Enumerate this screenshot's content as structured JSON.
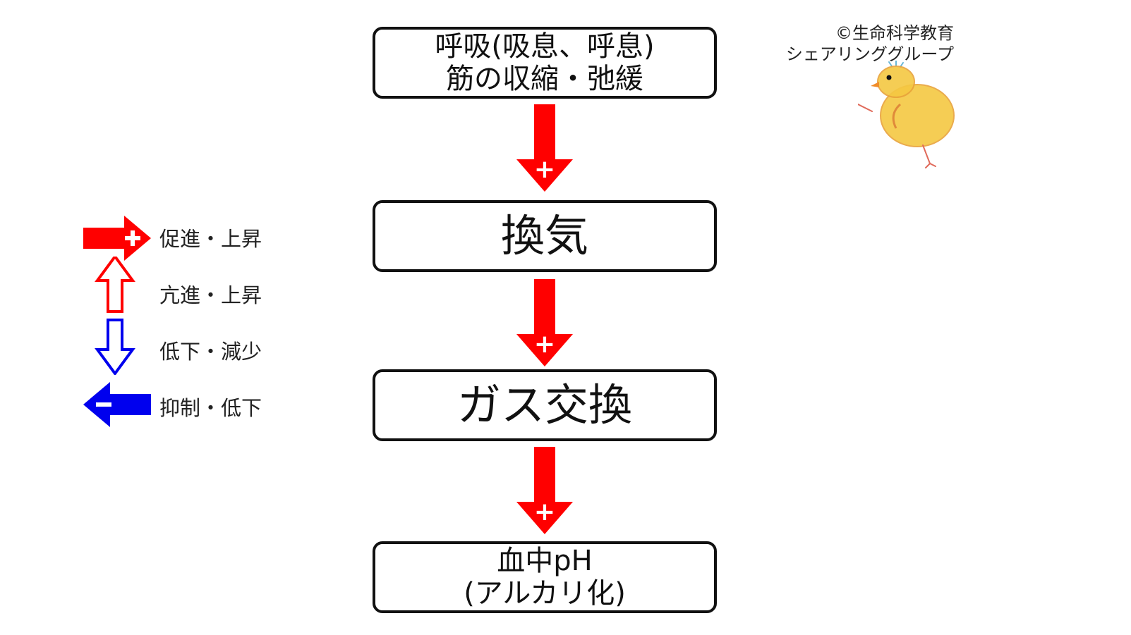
{
  "flow": {
    "boxes": [
      {
        "lines": [
          "呼吸(吸息、呼息)",
          "筋の収縮・弛緩"
        ]
      },
      {
        "lines": [
          "換気"
        ]
      },
      {
        "lines": [
          "ガス交換"
        ]
      },
      {
        "lines": [
          "血中pH",
          "(アルカリ化)"
        ]
      }
    ],
    "arrows": [
      {
        "effect": "promote",
        "sign": "+"
      },
      {
        "effect": "promote",
        "sign": "+"
      },
      {
        "effect": "promote",
        "sign": "+"
      }
    ]
  },
  "legend": [
    {
      "icon": "red-plus-right-arrow-icon",
      "label": "促進・上昇"
    },
    {
      "icon": "red-outline-up-arrow-icon",
      "label": "亢進・上昇"
    },
    {
      "icon": "blue-outline-down-arrow-icon",
      "label": "低下・減少"
    },
    {
      "icon": "blue-minus-left-arrow-icon",
      "label": "抑制・低下"
    }
  ],
  "credit": {
    "line1": "©生命科学教育",
    "line2": "シェアリンググループ"
  },
  "colors": {
    "promote": "#ff0000",
    "inhibit": "#0000ee",
    "border": "#111111",
    "chick_fill": "#f5c842",
    "chick_stroke": "#e8a23a"
  }
}
